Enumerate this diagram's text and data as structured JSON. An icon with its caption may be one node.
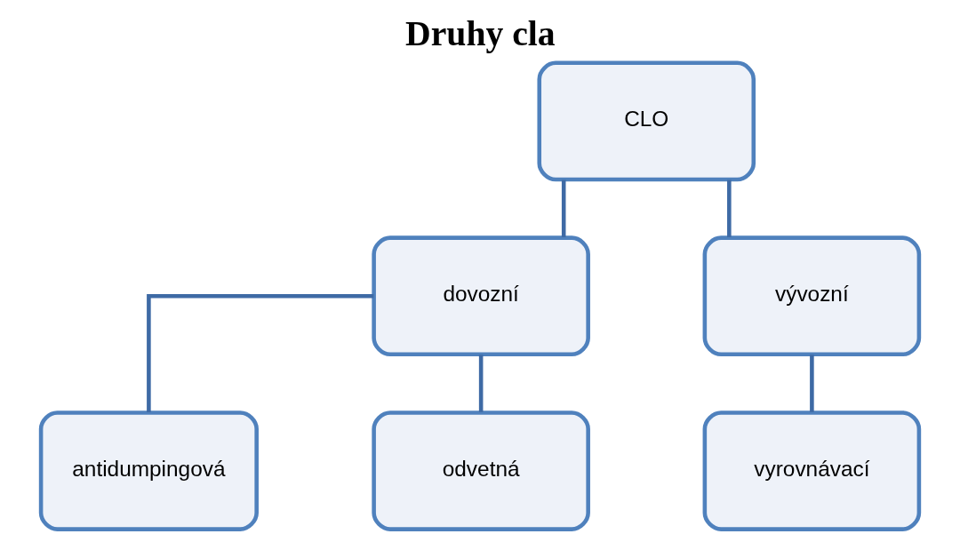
{
  "diagram": {
    "title": "Druhy cla",
    "nodes": [
      {
        "text": [
          "CLO"
        ]
      },
      {
        "text": [
          "dovozní"
        ]
      },
      {
        "text": [
          "vývozní"
        ]
      },
      {
        "text": [
          "antidumpingová"
        ]
      },
      {
        "text": [
          "odvetná"
        ]
      },
      {
        "text": [
          "vyrovnávací"
        ]
      }
    ],
    "edges": [
      {
        "from": 0,
        "to": 1,
        "arrow": "none"
      },
      {
        "from": 0,
        "to": 2,
        "arrow": "none"
      },
      {
        "from": 1,
        "to": 3,
        "arrow": "none"
      },
      {
        "from": 1,
        "to": 4,
        "arrow": "none"
      },
      {
        "from": 2,
        "to": 5,
        "arrow": "none"
      }
    ]
  }
}
